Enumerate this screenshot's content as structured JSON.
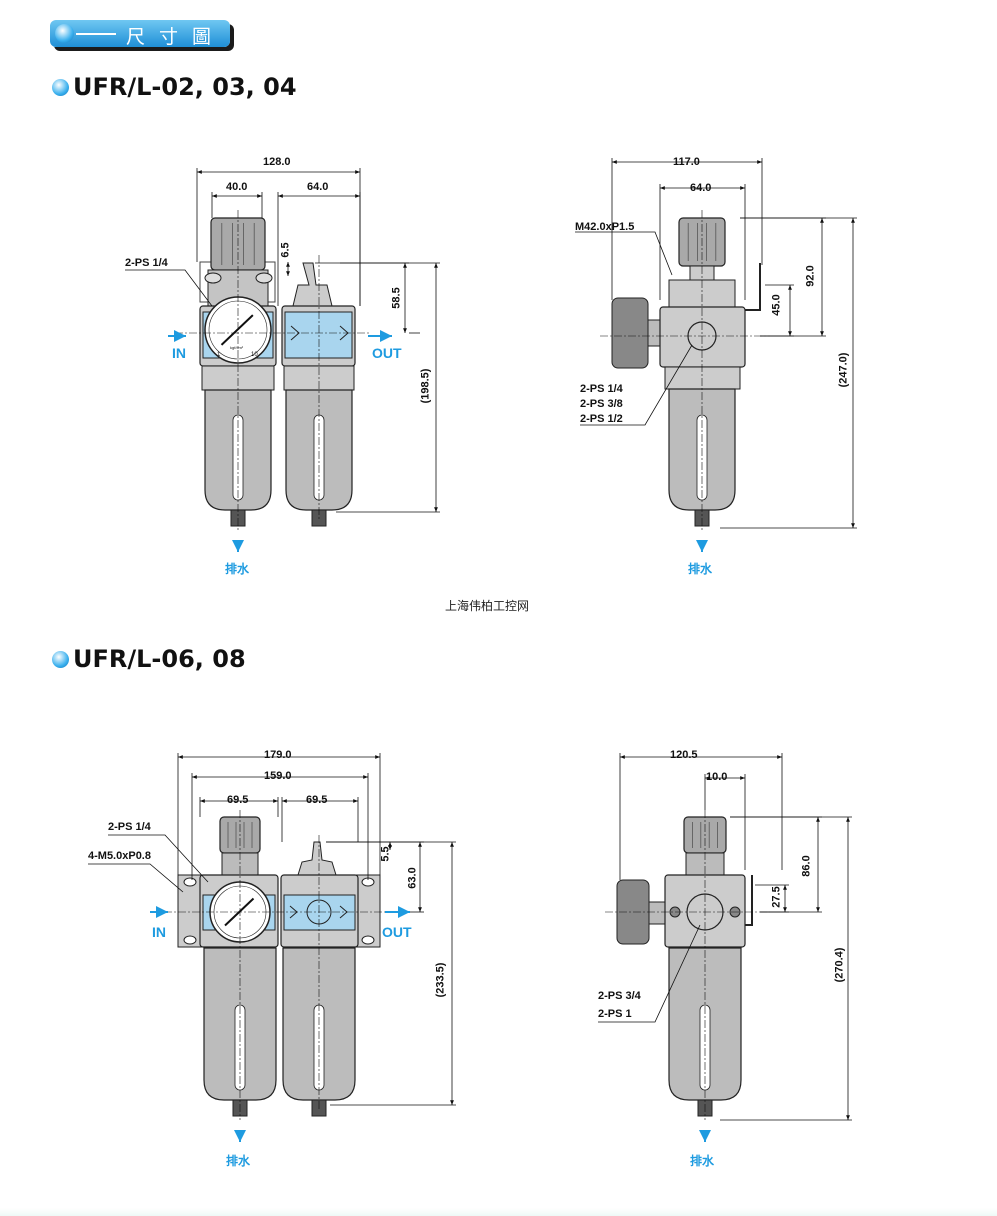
{
  "header": {
    "badge": "尺寸圖"
  },
  "caption": "上海伟柏工控网",
  "colors": {
    "accent": "#1e9be0",
    "band": "#a9d5ee",
    "body": "#c8c8c8"
  },
  "section1": {
    "title": "UFR/L-02, 03, 04",
    "front": {
      "overall_width": "128.0",
      "reg_width": "40.0",
      "lub_width": "64.0",
      "top_offset": "6.5",
      "port_height": "58.5",
      "total_height": "(198.5)",
      "port_label": "2-PS 1/4",
      "inlet": "IN",
      "outlet": "OUT",
      "drain": "排水",
      "gauge_min": "1",
      "gauge_max": "10",
      "gauge_unit": "kgf/cm²"
    },
    "side": {
      "overall_width": "117.0",
      "body_width": "64.0",
      "thread": "M42.0xP1.5",
      "knob_height": "92.0",
      "bracket_height": "45.0",
      "total_height": "(247.0)",
      "ports": [
        "2-PS 1/4",
        "2-PS 3/8",
        "2-PS 1/2"
      ],
      "drain": "排水"
    }
  },
  "section2": {
    "title": "UFR/L-06, 08",
    "front": {
      "overall_width": "179.0",
      "mount_width": "159.0",
      "reg_width": "69.5",
      "lub_width": "69.5",
      "top_offset": "5.5",
      "port_height": "63.0",
      "total_height": "(233.5)",
      "port_label": "2-PS 1/4",
      "mount_label": "4-M5.0xP0.8",
      "inlet": "IN",
      "outlet": "OUT",
      "drain": "排水"
    },
    "side": {
      "overall_width": "120.5",
      "offset": "10.0",
      "knob_height": "86.0",
      "bracket_height": "27.5",
      "total_height": "(270.4)",
      "ports": [
        "2-PS 3/4",
        "2-PS 1"
      ],
      "drain": "排水"
    }
  }
}
